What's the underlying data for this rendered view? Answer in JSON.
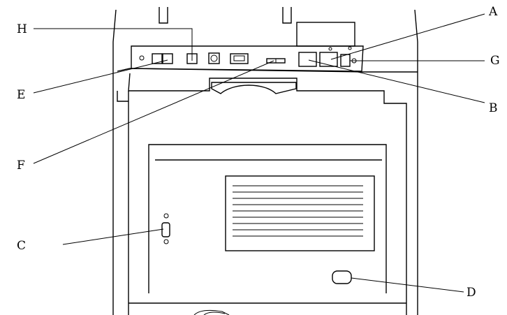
{
  "callouts": {
    "A": "A",
    "B": "B",
    "C": "C",
    "D": "D",
    "E": "E",
    "F": "F",
    "G": "G",
    "H": "H"
  },
  "colors": {
    "stroke": "#000000",
    "background": "#ffffff"
  }
}
